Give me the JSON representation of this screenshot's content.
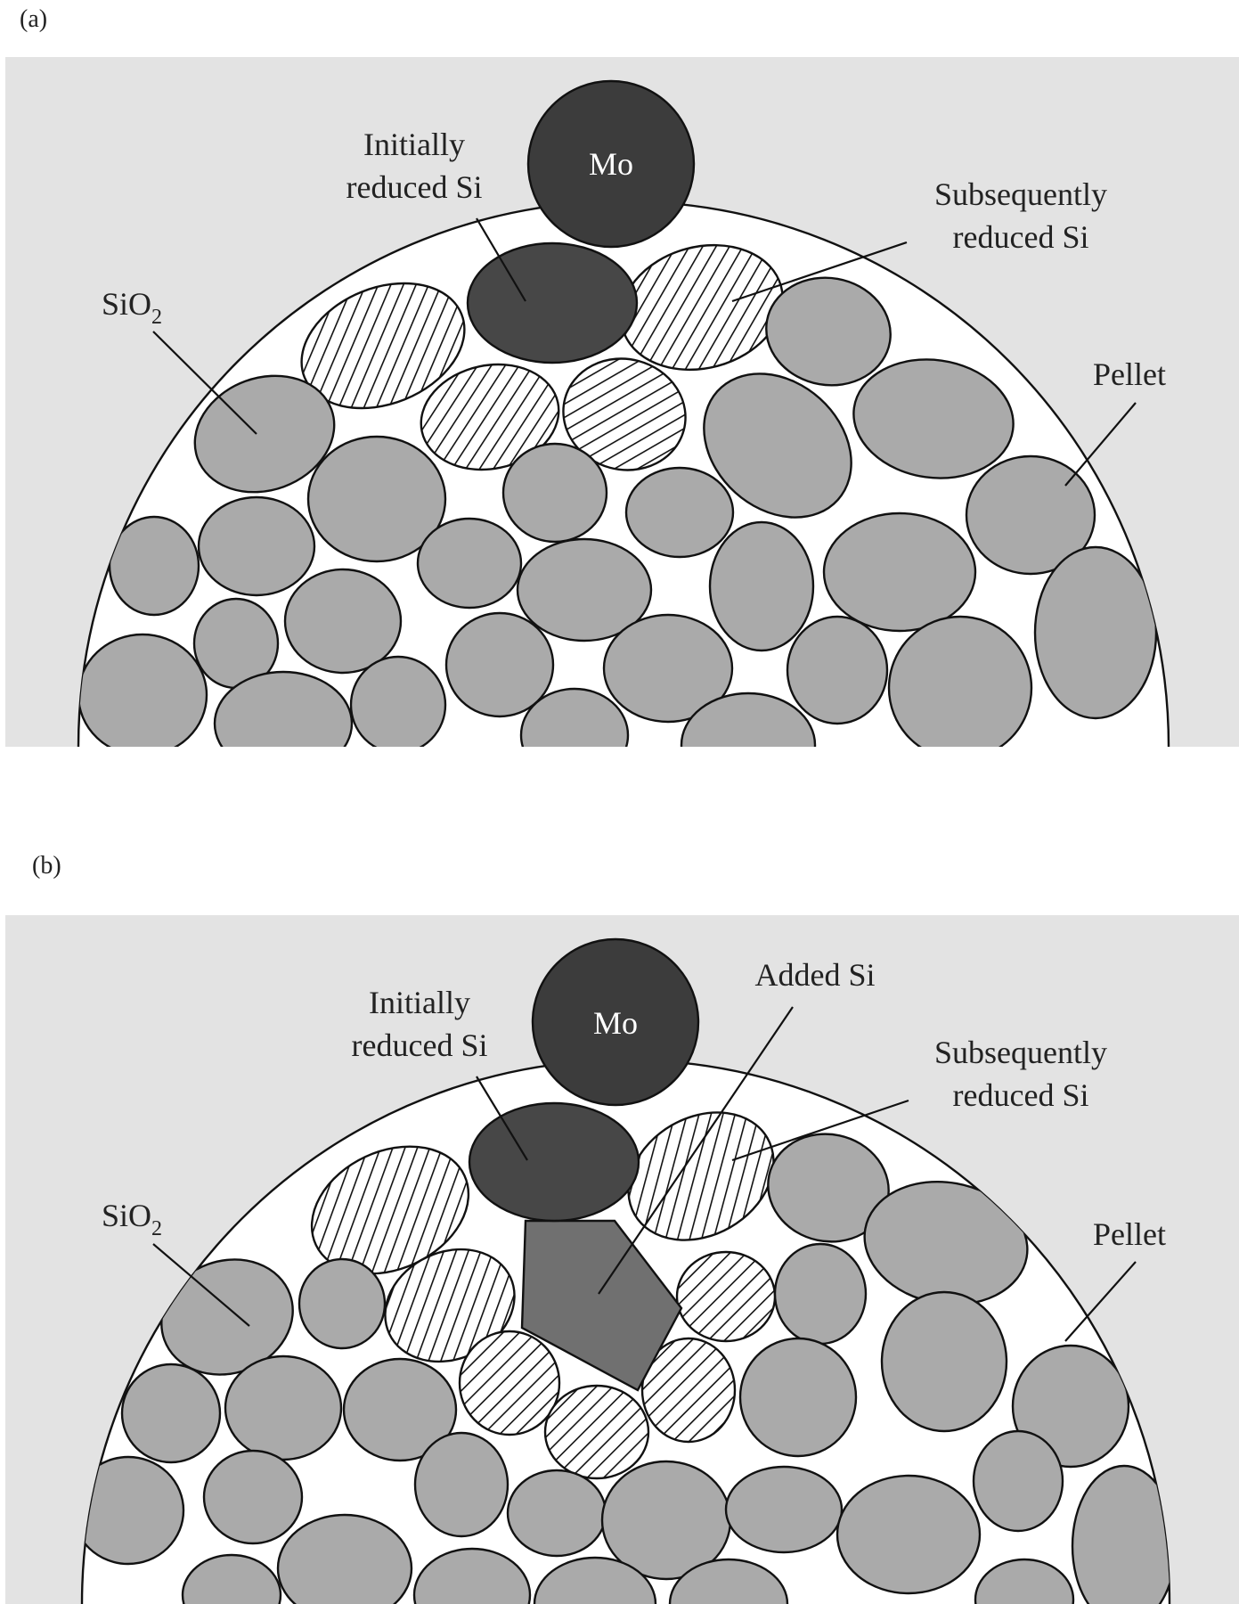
{
  "colors": {
    "background": "#e3e3e3",
    "pellet_interior": "#ffffff",
    "sio2_particle": "#aaaaaa",
    "initially_reduced_si": "#474747",
    "mo_electrode": "#3c3c3c",
    "added_si": "#707070"
  },
  "panel_a": {
    "panel_label": "(a)",
    "mo": "Mo",
    "initially_reduced_si": [
      "Initially",
      "reduced Si"
    ],
    "subsequently_reduced_si": [
      "Subsequently",
      "reduced Si"
    ],
    "sio2": "SiO",
    "sio2_subscript": "2",
    "pellet": "Pellet"
  },
  "panel_b": {
    "panel_label": "(b)",
    "mo": "Mo",
    "added_si": "Added Si",
    "initially_reduced_si": [
      "Initially",
      "reduced Si"
    ],
    "subsequently_reduced_si": [
      "Subsequently",
      "reduced Si"
    ],
    "sio2": "SiO",
    "sio2_subscript": "2",
    "pellet": "Pellet"
  }
}
